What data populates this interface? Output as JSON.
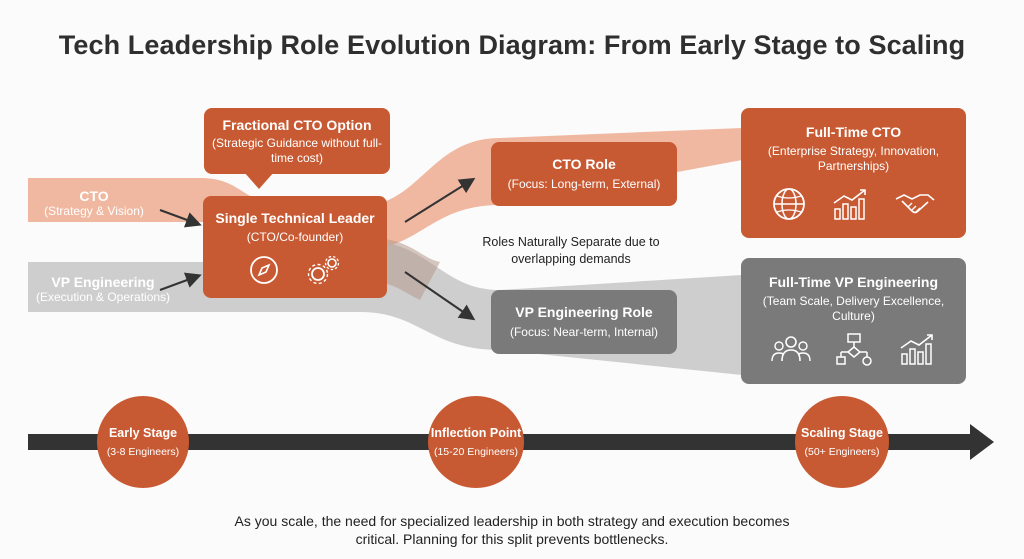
{
  "title": "Tech Leadership Role Evolution Diagram: From Early Stage to Scaling",
  "colors": {
    "orange": "#c85a33",
    "orange_light": "#eeb096",
    "gray": "#7a7a7a",
    "gray_light": "#c9c9c9",
    "timeline": "#333333"
  },
  "fractional": {
    "title": "Fractional CTO Option",
    "desc": "(Strategic Guidance without full-time cost)"
  },
  "lanes": {
    "cto": {
      "title": "CTO",
      "desc": "(Strategy & Vision)"
    },
    "vpe": {
      "title": "VP Engineering",
      "desc": "(Execution & Operations)"
    }
  },
  "leader": {
    "title": "Single Technical Leader",
    "desc": "(CTO/Co-founder)",
    "icons": [
      "compass-icon",
      "gears-icon"
    ]
  },
  "cto_role": {
    "title": "CTO Role",
    "desc": "(Focus: Long-term, External)"
  },
  "vpe_role": {
    "title": "VP Engineering Role",
    "desc": "(Focus: Near-term, Internal)"
  },
  "split_note": "Roles Naturally Separate due to overlapping demands",
  "fulltime_cto": {
    "title": "Full-Time CTO",
    "desc": "(Enterprise Strategy, Innovation, Partnerships)",
    "icons": [
      "globe-icon",
      "growth-chart-icon",
      "handshake-icon"
    ]
  },
  "fulltime_vpe": {
    "title": "Full-Time VP Engineering",
    "desc": "(Team Scale, Delivery Excellence, Culture)",
    "icons": [
      "team-icon",
      "flowchart-icon",
      "growth-chart-icon"
    ]
  },
  "stages": [
    {
      "name": "Early Stage",
      "size": "(3-8 Engineers)"
    },
    {
      "name": "Inflection Point",
      "size": "(15-20 Engineers)"
    },
    {
      "name": "Scaling Stage",
      "size": "(50+ Engineers)"
    }
  ],
  "footer": "As you scale, the need for specialized leadership in both strategy and execution becomes critical. Planning for this split prevents bottlenecks."
}
